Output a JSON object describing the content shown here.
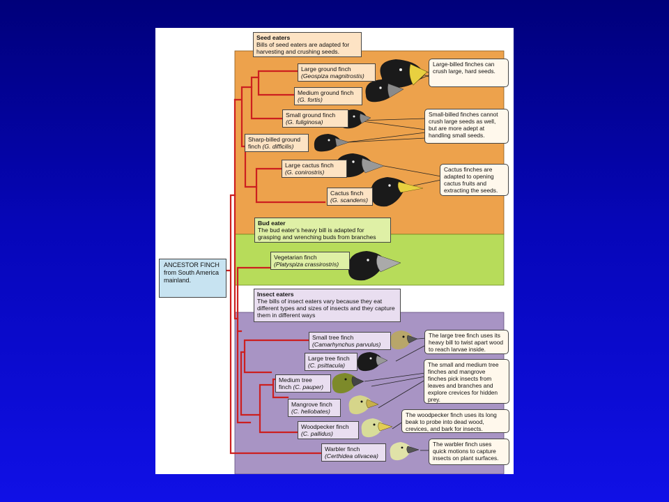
{
  "ancestor": {
    "line1": "ANCESTOR FINCH",
    "line2": "from  South America",
    "line3": "mainland."
  },
  "groups": {
    "seed": {
      "title": "Seed eaters",
      "desc": "Bills of seed eaters are adapted for harvesting and crushing seeds."
    },
    "bud": {
      "title": "Bud eater",
      "desc": "The bud eater’s heavy bill is adapted for grasping and wrenching buds from branches"
    },
    "insect": {
      "title": "Insect eaters",
      "desc": "The bills of insect eaters vary because they eat different types and sizes of insects and they capture them in different ways"
    }
  },
  "species": [
    {
      "common": "Large ground finch",
      "sci": "(Geospiza magnitrostis)"
    },
    {
      "common": "Medium ground finch",
      "sci": "(G. fortis)"
    },
    {
      "common": "Small ground finch",
      "sci": "(G. fuliginosa)"
    },
    {
      "common": "Sharp-billed ground",
      "sci_prefix": "finch ",
      "sci": "(G. difficilis)"
    },
    {
      "common": "Large cactus finch",
      "sci": "(G. conirostris)"
    },
    {
      "common": "Cactus finch",
      "sci": "(G. scandens)"
    },
    {
      "common": "Vegetarian finch",
      "sci": "(Platyspiza crassirostris)"
    },
    {
      "common": "Small tree finch",
      "sci": "(Camarhynchus parvulus)"
    },
    {
      "common": "Large tree finch",
      "sci": "(C. psittacula)"
    },
    {
      "common": "Medium tree",
      "sci_prefix": "finch ",
      "sci": "(C. pauper)"
    },
    {
      "common": "Mangrove finch",
      "sci": "(C. heliobates)"
    },
    {
      "common": "Woodpecker finch",
      "sci": "(C. pallidus)"
    },
    {
      "common": "Warbler finch",
      "sci": "(Certhidea olivacea)"
    }
  ],
  "notes": {
    "large_billed": "Large-billed finches can crush large, hard seeds.",
    "small_billed": "Small-billed finches cannot crush large seeds as well, but are more adept at handling small seeds.",
    "cactus": "Cactus finches are adapted to opening cactus fruits and extracting the seeds.",
    "large_tree": "The large tree finch uses its heavy bill to twist apart wood to reach larvae inside.",
    "small_medium": "The small and medium tree finches and mangrove finches pick insects from leaves and branches and explore crevices for hidden prey.",
    "woodpecker": "The woodpecker finch uses its long beak to probe into dead wood, crevices, and bark for insects.",
    "warbler": "The warbler finch uses quick motions to capture insects on plant surfaces."
  },
  "colors": {
    "background_top": "#00007a",
    "background_bottom": "#1010e6",
    "seed_panel": "#eda24c",
    "bud_panel": "#b7dc5a",
    "insect_panel": "#a894c4",
    "tree_line": "#cc1f1f",
    "ancestor_box": "#c7e3f1"
  }
}
